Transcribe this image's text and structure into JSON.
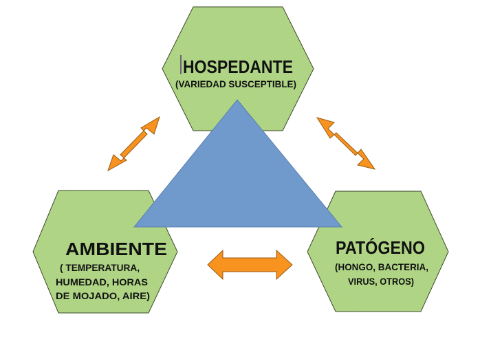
{
  "colors": {
    "hexagon_fill": "#b4d88a",
    "hexagon_stroke": "#3a4a2a",
    "triangle_fill": "#6f9acb",
    "arrow_fill": "#f7931e",
    "arrow_stroke": "#9a5a10"
  },
  "nodes": {
    "host": {
      "title": "HOSPEDANTE",
      "lines": [
        "(VARIEDAD SUSCEPTIBLE)"
      ]
    },
    "environment": {
      "title": "AMBIENTE",
      "lines": [
        "( TEMPERATURA,",
        "HUMEDAD, HORAS",
        "DE MOJADO, AIRE)"
      ]
    },
    "pathogen": {
      "title": "PATÓGENO",
      "lines": [
        "(HONGO, BACTERIA,",
        "VIRUS, OTROS)"
      ]
    }
  }
}
